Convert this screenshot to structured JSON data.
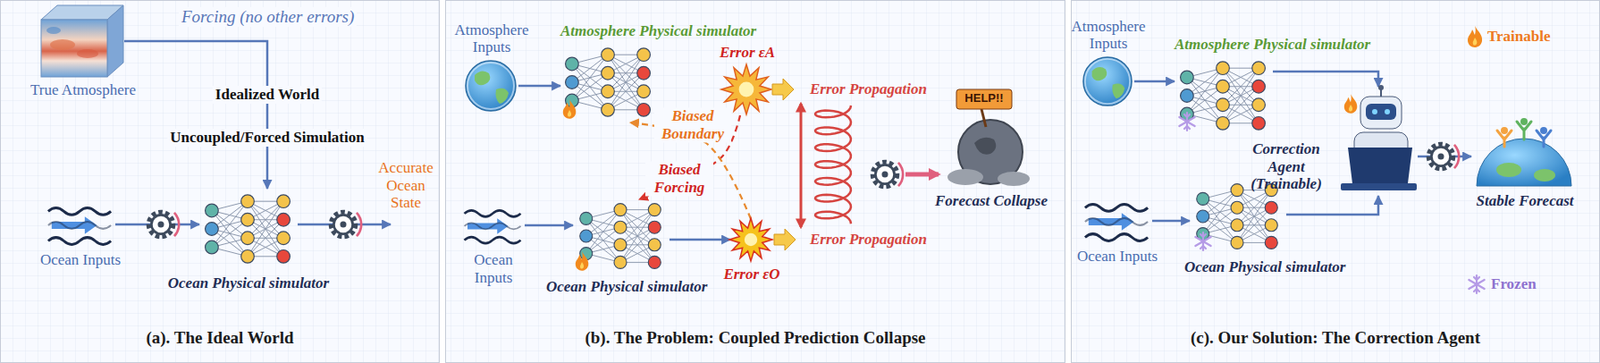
{
  "diagram": {
    "nodes": [
      {
        "text": [
          "(a). The Ideal World"
        ]
      },
      {
        "text": [
          "True Atmosphere"
        ],
        "in": 0
      },
      {
        "text": [
          "Ocean Inputs"
        ],
        "in": 0
      },
      {
        "text": [
          "Ocean Physical simulator"
        ],
        "in": 0
      },
      {
        "text": [
          "Accurate Ocean State"
        ],
        "in": 0
      },
      {
        "text": [
          "(b). The Problem: Coupled Prediction Collapse"
        ]
      },
      {
        "text": [
          "Atmosphere Inputs"
        ],
        "in": 5
      },
      {
        "text": [
          "Atmosphere Physical simulator"
        ],
        "in": 5
      },
      {
        "text": [
          "Error εA"
        ],
        "in": 5
      },
      {
        "text": [
          "Ocean Inputs"
        ],
        "in": 5
      },
      {
        "text": [
          "Ocean Physical simulator"
        ],
        "in": 5
      },
      {
        "text": [
          "Error εO"
        ],
        "in": 5
      },
      {
        "text": [
          "Forecast Collapse"
        ],
        "in": 5
      },
      {
        "text": [
          "(c). Our Solution: The Correction Agent"
        ]
      },
      {
        "text": [
          "Atmosphere Inputs"
        ],
        "in": 13
      },
      {
        "text": [
          "Atmosphere Physical simulator"
        ],
        "in": 13
      },
      {
        "text": [
          "Ocean Inputs"
        ],
        "in": 13
      },
      {
        "text": [
          "Ocean Physical simulator"
        ],
        "in": 13
      },
      {
        "text": [
          "Correction Agent (Trainable)"
        ],
        "in": 13
      },
      {
        "text": [
          "Stable Forecast"
        ],
        "in": 13
      }
    ],
    "edges": [
      {
        "from": 1,
        "to": 3,
        "arrow": "to",
        "label": "Forcing (no other errors)"
      },
      {
        "from": 2,
        "to": 3,
        "arrow": "to"
      },
      {
        "from": 3,
        "to": 4,
        "arrow": "to"
      },
      {
        "from": 6,
        "to": 7,
        "arrow": "to"
      },
      {
        "from": 9,
        "to": 10,
        "arrow": "to"
      },
      {
        "from": 10,
        "to": 11,
        "arrow": "to"
      },
      {
        "from": 8,
        "to": 10,
        "arrow": "to",
        "label": "Biased Forcing"
      },
      {
        "from": 11,
        "to": 7,
        "arrow": "to",
        "label": "Biased Boundary"
      },
      {
        "from": 14,
        "to": 15,
        "arrow": "to"
      },
      {
        "from": 16,
        "to": 17,
        "arrow": "to"
      },
      {
        "from": 15,
        "to": 18,
        "arrow": "to"
      },
      {
        "from": 17,
        "to": 18,
        "arrow": "to"
      },
      {
        "from": 18,
        "to": 19,
        "arrow": "to"
      }
    ],
    "labels": [
      "Idealized World",
      "Uncoupled/Forced Simulation",
      "Error Propagation",
      "Error Propagation",
      "HELP!!"
    ],
    "legend": [
      {
        "text": "Trainable"
      },
      {
        "text": "Frozen"
      }
    ]
  }
}
